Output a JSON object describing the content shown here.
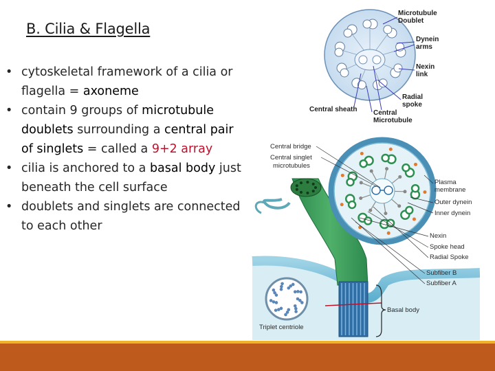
{
  "title": "B. Cilia & Flagella",
  "bullets": [
    {
      "parts": [
        {
          "t": "cytoskeletal framework of a cilia or flagella = "
        },
        {
          "t": "axoneme",
          "c": "hl"
        }
      ]
    },
    {
      "parts": [
        {
          "t": "contain 9 groups of "
        },
        {
          "t": "microtubule doublets",
          "c": "hl"
        },
        {
          "t": " surrounding a "
        },
        {
          "t": "central pair of singlets",
          "c": "hl"
        },
        {
          "t": " = called a "
        },
        {
          "t": "9+2 array",
          "c": "red"
        }
      ]
    },
    {
      "parts": [
        {
          "t": "cilia is anchored to a "
        },
        {
          "t": "basal body",
          "c": "hl"
        },
        {
          "t": " just beneath the cell surface"
        }
      ]
    },
    {
      "parts": [
        {
          "t": " doublets and singlets are connected to each other"
        }
      ]
    }
  ],
  "figure": {
    "top_labels": {
      "microtubule_doublet_1": "Microtubule",
      "microtubule_doublet_2": "Doublet",
      "dynein_arms_1": "Dynein",
      "dynein_arms_2": "arms",
      "nexin_link_1": "Nexin",
      "nexin_link_2": "link",
      "radial_spoke_1": "Radial",
      "radial_spoke_2": "spoke",
      "central_sheath": "Central sheath",
      "central_microtubule_1": "Central",
      "central_microtubule_2": "Microtubule"
    },
    "lower_labels": {
      "central_bridge": "Central bridge",
      "central_singlet_1": "Central singlet",
      "central_singlet_2": "microtubules",
      "plasma_membrane_1": "Plasma",
      "plasma_membrane_2": "membrane",
      "outer_dynein": "Outer dynein",
      "inner_dynein": "Inner dynein",
      "nexin": "Nexin",
      "spoke_head": "Spoke head",
      "radial_spoke": "Radial Spoke",
      "subfiber_b": "Subfiber B",
      "subfiber_a": "Subfiber A",
      "basal_body": "Basal body",
      "triplet_centriole": "Triplet centriole"
    }
  }
}
